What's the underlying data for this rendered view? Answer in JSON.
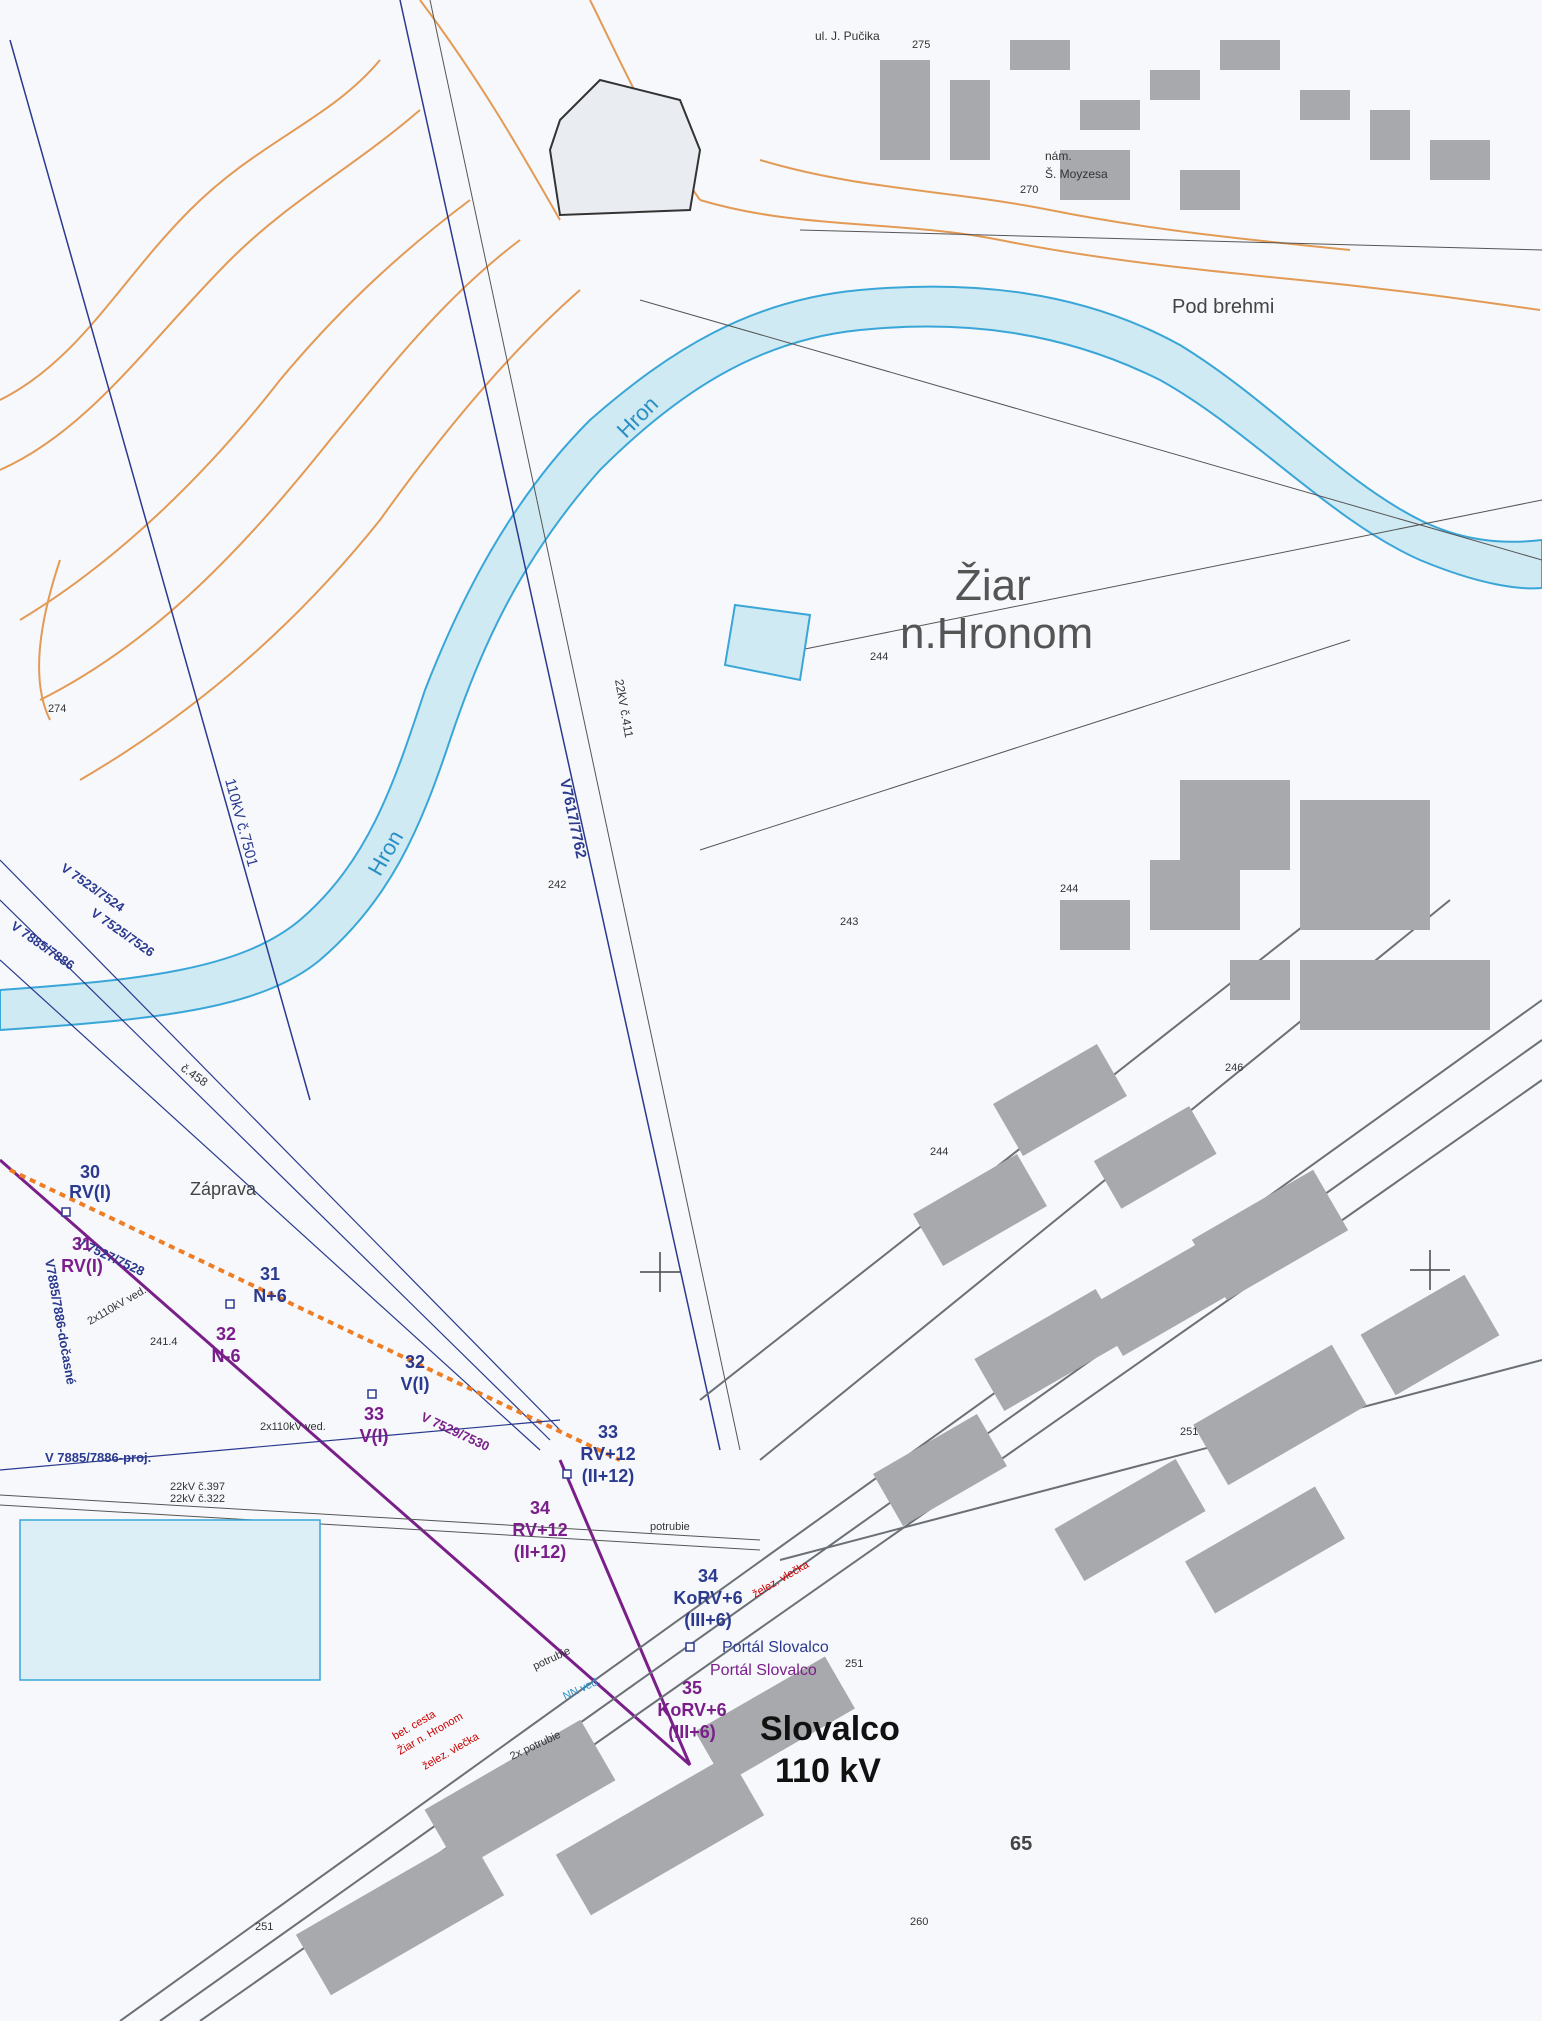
{
  "map": {
    "town_label_1": "Žiar",
    "town_label_2": "n.Hronom",
    "area_pod_brehmi": "Pod brehmi",
    "area_zaprava": "Záprava",
    "river_1": "Hron",
    "river_2": "Hron",
    "street_pucika": "ul. J. Pučika",
    "square_1": "nám.",
    "square_2": "Š. Moyzesa",
    "substation_1": "Slovalco",
    "substation_2": "110 kV",
    "portal_1": "Portál Slovalco",
    "portal_2": "Portál Slovalco",
    "elev": [
      "275",
      "270",
      "274",
      "242",
      "243",
      "244",
      "244",
      "244",
      "246",
      "251",
      "251",
      "251",
      "260",
      "241.4"
    ],
    "number_65": "65",
    "lines": {
      "l110_7501": "110kV č.7501",
      "v7617_7762": "V7617/7762",
      "kv22_411": "22kV č.411",
      "v7523_7524": "V 7523/7524",
      "v7525_7526": "V 7525/7526",
      "v7885_7886": "V 7885/7886",
      "c458": "č.458",
      "v7527_7528": "V 7527/7528",
      "v7885_docasne": "V7885/7886-dočasné",
      "v7529_7530": "V 7529/7530",
      "v7885_proj": "V 7885/7886-proj.",
      "ved_2x110_a": "2x110kV ved.",
      "ved_2x110_b": "2x110kV ved.",
      "kv22_397": "22kV č.397",
      "kv22_322": "22kV č.322",
      "potrubie_1": "potrubie",
      "potrubie_2": "potrubie",
      "potrubie_3": "2x potrubie",
      "zelez_1": "želez. vlečka",
      "zelez_2": "želez. vlečka",
      "bet_cesta_1": "bet. cesta",
      "bet_cesta_2": "Žiar n. Hronom",
      "nn_ved": "NN ved."
    },
    "towers": {
      "t30": {
        "num": "30",
        "type": "RV(I)"
      },
      "t31a": {
        "num": "31",
        "type": "RV(I)"
      },
      "t31b": {
        "num": "31",
        "type": "N+6"
      },
      "t32a": {
        "num": "32",
        "type": "N-6"
      },
      "t32b": {
        "num": "32",
        "type": "V(I)"
      },
      "t33a": {
        "num": "33",
        "type": "V(I)"
      },
      "t33b": {
        "num": "33",
        "type": "RV+12",
        "extra": "(II+12)"
      },
      "t34a": {
        "num": "34",
        "type": "RV+12",
        "extra": "(II+12)"
      },
      "t34b": {
        "num": "34",
        "type": "KoRV+6",
        "extra": "(III+6)"
      },
      "t35": {
        "num": "35",
        "type": "KoRV+6",
        "extra": "(III+6)"
      }
    },
    "colors": {
      "river": "#cfeaf3",
      "river_edge": "#3aa6d8",
      "contour": "#e39a55",
      "building": "#a7a9ad",
      "line_blue": "#2b3a8f",
      "line_purple": "#7a1f8a",
      "orange_route": "#ef7d24",
      "background": "#f6f8fb"
    }
  }
}
